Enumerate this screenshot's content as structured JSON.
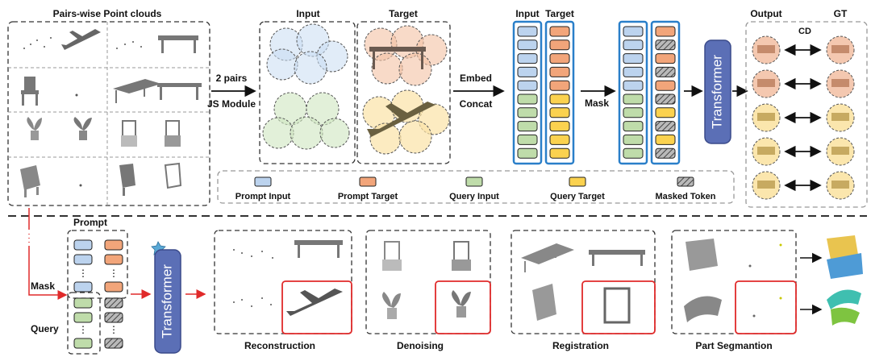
{
  "top": {
    "pairs_title": "Pairs-wise Point clouds",
    "input_label": "Input",
    "target_label": "Target",
    "step1_a": "2 pairs",
    "step1_b": "JS Module",
    "step2_a": "Embed",
    "step2_b": "Concat",
    "stack_input": "Input",
    "stack_target": "Target",
    "mask_label": "Mask",
    "transformer": "Transformer",
    "output_label": "Output",
    "gt_label": "GT",
    "cd_label": "CD"
  },
  "legend": {
    "items": [
      {
        "label": "Prompt Input",
        "color": "#bcd3ee"
      },
      {
        "label": "Prompt Target",
        "color": "#f2a57a"
      },
      {
        "label": "Query Input",
        "color": "#bfdcaa"
      },
      {
        "label": "Query Target",
        "color": "#fbd24f"
      },
      {
        "label": "Masked Token",
        "color": "#888888"
      }
    ]
  },
  "bottom": {
    "prompt_label": "Prompt",
    "mask_label": "Mask",
    "query_label": "Query",
    "dots": "⋮",
    "transformer": "Transformer",
    "tasks": [
      "Reconstruction",
      "Denoising",
      "Registration",
      "Part Segmantion"
    ]
  },
  "colors": {
    "prompt_input": "#bcd3ee",
    "prompt_target": "#f2a57a",
    "query_input": "#bfdcaa",
    "query_target": "#fbd24f",
    "masked": "#888888",
    "stack_border": "#2a7fc9",
    "transformer": "#5b6fb6",
    "highlight": "#e02a2a"
  }
}
